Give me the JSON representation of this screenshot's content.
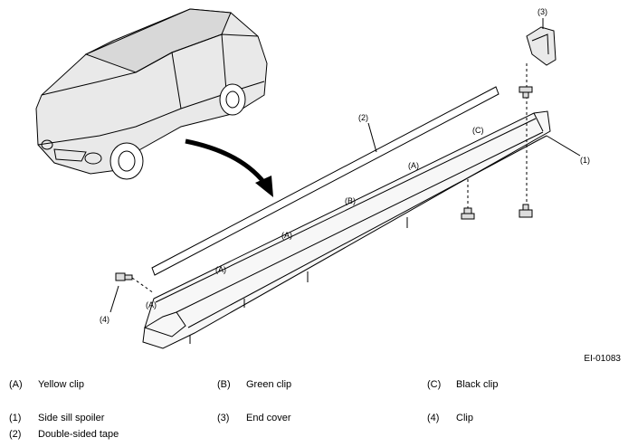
{
  "figure_id": "EI-01083",
  "callouts": {
    "n1": "(1)",
    "n2": "(2)",
    "n3": "(3)",
    "n4": "(4)",
    "a1": "(A)",
    "a2": "(A)",
    "a3": "(A)",
    "a4": "(A)",
    "b1": "(B)",
    "c1": "(C)"
  },
  "legend": [
    {
      "key": "(A)",
      "label": "Yellow clip"
    },
    {
      "key": "(B)",
      "label": "Green clip"
    },
    {
      "key": "(C)",
      "label": "Black clip"
    },
    {
      "key": "(1)",
      "label": "Side sill spoiler"
    },
    {
      "key": "(3)",
      "label": "End cover"
    },
    {
      "key": "(4)",
      "label": "Clip"
    },
    {
      "key": "(2)",
      "label": "Double-sided tape"
    }
  ]
}
